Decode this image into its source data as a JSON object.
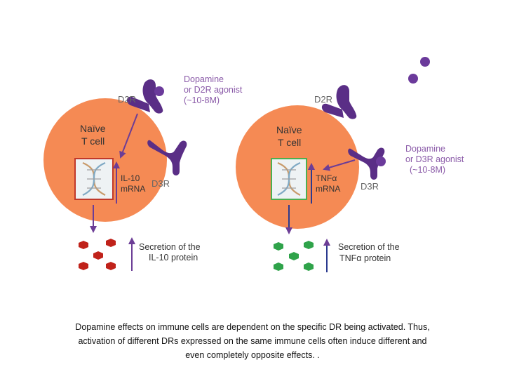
{
  "colors": {
    "cell_fill": "#f58a54",
    "receptor": "#5a2e86",
    "ligand": "#6b3a9b",
    "label_purple": "#8a5aa8",
    "label_gray": "#666666",
    "arrow": "#6c3d96",
    "il10_box": "#c0392b",
    "tnf_box": "#4caf50",
    "il10_protein": "#c0221a",
    "tnf_protein": "#2fa34a"
  },
  "panels": [
    {
      "id": "left",
      "receptor_top_label": "D2R",
      "receptor_side_label": "D3R",
      "cell_label": [
        "Naïve",
        "T cell"
      ],
      "ligand_label": [
        "Dopamine",
        "or D2R agonist",
        "(~10-8M)"
      ],
      "mrna_label": [
        "IL-10",
        "mRNA"
      ],
      "secretion_label": [
        "Secretion of the",
        "IL-10 protein"
      ],
      "icon": "dna-helix-icon"
    },
    {
      "id": "right",
      "receptor_top_label": "D2R",
      "receptor_side_label": "D3R",
      "cell_label": [
        "Naïve",
        "T cell"
      ],
      "ligand_label": [
        "Dopamine",
        "or D3R agonist",
        "(~10-8M)"
      ],
      "mrna_label": [
        "TNFα",
        "mRNA"
      ],
      "secretion_label": [
        "Secretion of the",
        "TNFα protein"
      ],
      "icon": "dna-helix-icon"
    }
  ],
  "caption": [
    "Dopamine effects on immune cells are dependent on the specific DR being activated. Thus,",
    "activation of different DRs expressed on the same immune cells often induce different and",
    "even completely opposite effects. ."
  ]
}
